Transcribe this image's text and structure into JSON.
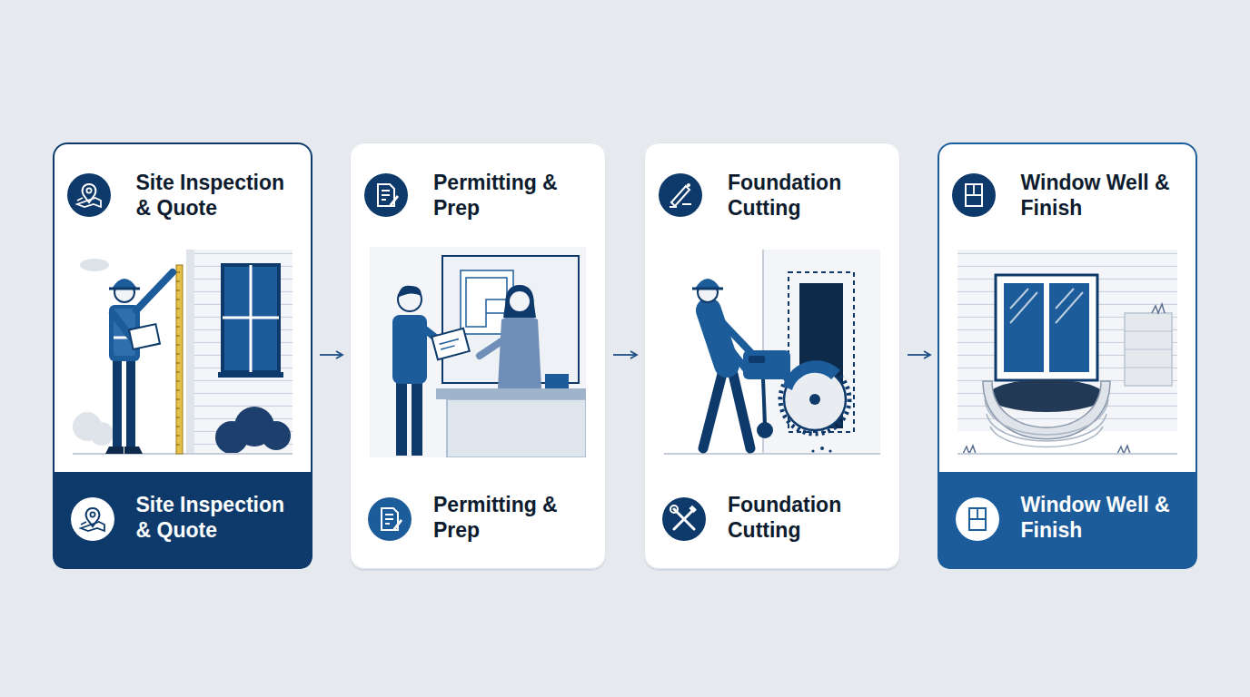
{
  "diagram": {
    "nodes": [
      {
        "text": [
          "Site Inspection & Quote",
          "Site Inspection & Quote"
        ]
      },
      {
        "text": [
          "Permitting & Prep",
          "Permitting & Prep"
        ]
      },
      {
        "text": [
          "Foundation Cutting",
          "Foundation Cutting"
        ]
      },
      {
        "text": [
          "Window Well & Finish",
          "Window Well & Finish"
        ]
      }
    ],
    "edges": [
      {
        "from": 0,
        "to": 1,
        "arrow": "to"
      },
      {
        "from": 1,
        "to": 2,
        "arrow": "to"
      },
      {
        "from": 2,
        "to": 3,
        "arrow": "to"
      }
    ]
  }
}
